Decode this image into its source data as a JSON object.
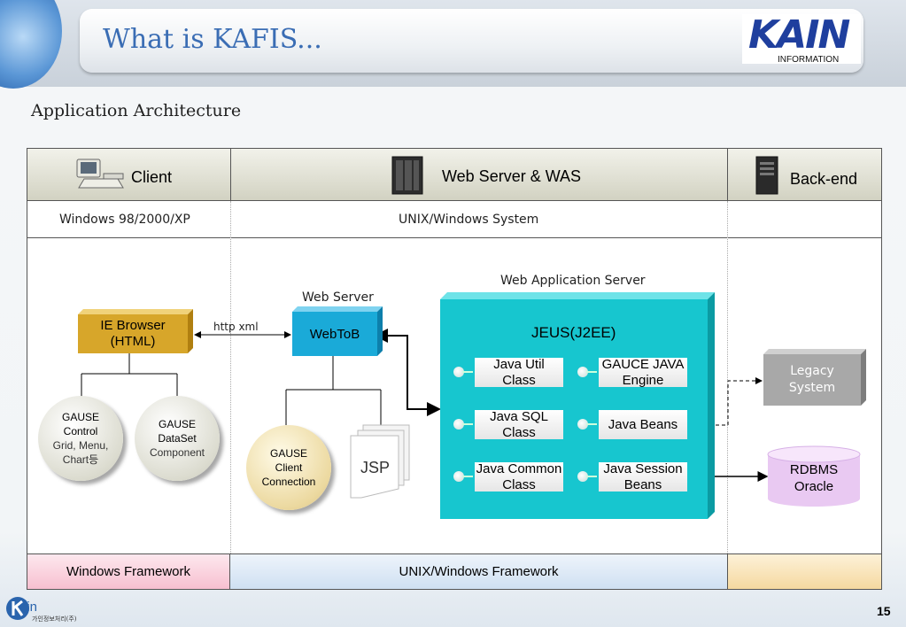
{
  "header": {
    "title": "What is KAFIS...",
    "logo_text": "KAIN",
    "logo_subtext": "INFORMATION"
  },
  "subtitle": "Application Architecture",
  "columns": {
    "client": {
      "label": "Client",
      "system": "Windows 98/2000/XP",
      "framework": "Windows Framework"
    },
    "web": {
      "label": "Web Server & WAS",
      "system": "UNIX/Windows System",
      "framework": "UNIX/Windows Framework"
    },
    "backend": {
      "label": "Back-end"
    }
  },
  "client_tier": {
    "ie_browser": {
      "line1": "IE Browser",
      "line2": "(HTML)"
    },
    "gause_control": {
      "line1": "GAUSE",
      "line2": "Control",
      "line3": "Grid, Menu,",
      "line4": "Chart등"
    },
    "gause_dataset": {
      "line1": "GAUSE",
      "line2": "DataSet",
      "line3": "Component"
    },
    "link_label": "http xml"
  },
  "web_tier": {
    "web_server_label": "Web Server",
    "webtob": "WebToB",
    "gause_client": {
      "line1": "GAUSE",
      "line2": "Client",
      "line3": "Connection"
    },
    "jsp": "JSP"
  },
  "was_tier": {
    "label": "Web Application Server",
    "jeus": "JEUS(J2EE)",
    "java_util": {
      "line1": "Java Util",
      "line2": "Class"
    },
    "gauce_engine": {
      "line1": "GAUCE JAVA",
      "line2": "Engine"
    },
    "java_sql": {
      "line1": "Java SQL",
      "line2": "Class"
    },
    "java_beans": "Java Beans",
    "java_common": {
      "line1": "Java Common",
      "line2": "Class"
    },
    "java_session": {
      "line1": "Java Session",
      "line2": "Beans"
    }
  },
  "backend_tier": {
    "legacy": {
      "line1": "Legacy",
      "line2": "System"
    },
    "rdbms": {
      "line1": "RDBMS",
      "line2": "Oracle"
    }
  },
  "footer": {
    "corp_name": "ain",
    "corp_sub": "가인정보처리(주)",
    "page_number": "15"
  },
  "colors": {
    "was_panel": "#17c6cf",
    "webtob": "#1aaad8",
    "ie_browser": "#d7a62a",
    "legacy": "#a8a8a8",
    "rdbms": "#e9c9f2",
    "footer_client": "#f7bfd0",
    "footer_web": "#cfe0f2",
    "footer_backend": "#f5d9a0"
  }
}
